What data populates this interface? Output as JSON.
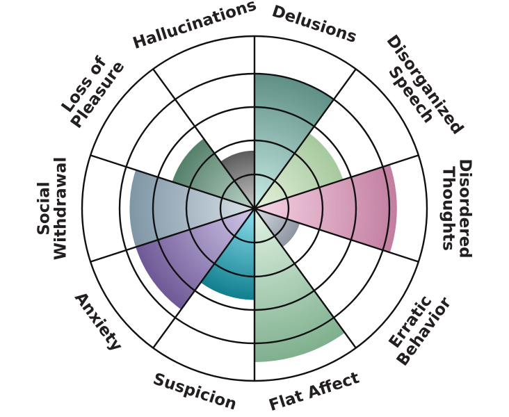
{
  "diagram": {
    "scale_max": 5,
    "segments": [
      {
        "label_lines": [
          "Delusions"
        ],
        "value": 4.0,
        "color_outer": "#5f8f86",
        "color_inner": "#c9ece6"
      },
      {
        "label_lines": [
          "Disorganized",
          "Speech"
        ],
        "value": 2.75,
        "color_outer": "#a6c99e",
        "color_inner": "#e6f1dc"
      },
      {
        "label_lines": [
          "Disordered",
          "Thoughts"
        ],
        "value": 4.2,
        "color_outer": "#c27ea0",
        "color_inner": "#f7d4e6"
      },
      {
        "label_lines": [
          "Erratic",
          "Behavior"
        ],
        "value": 1.4,
        "color_outer": "#8e96a2",
        "color_inner": "#d9dde3"
      },
      {
        "label_lines": [
          "Flat Affect"
        ],
        "value": 4.5,
        "color_outer": "#7fb08e",
        "color_inner": "#e3f3e6"
      },
      {
        "label_lines": [
          "Suspicion"
        ],
        "value": 2.7,
        "color_outer": "#117f8e",
        "color_inner": "#8fdff0"
      },
      {
        "label_lines": [
          "Anxiety"
        ],
        "value": 3.7,
        "color_outer": "#6e5996",
        "color_inner": "#d3c8ea"
      },
      {
        "label_lines": [
          "Social",
          "Withdrawal"
        ],
        "value": 3.7,
        "color_outer": "#7f96a6",
        "color_inner": "#d9e1e8"
      },
      {
        "label_lines": [
          "Loss of",
          "Pleasure"
        ],
        "value": 2.55,
        "color_outer": "#55806a",
        "color_inner": "#bcd3c8"
      },
      {
        "label_lines": [
          "Hallucinations"
        ],
        "value": 1.7,
        "color_outer": "#5c5c5c",
        "color_inner": "#c8c8c8"
      }
    ]
  }
}
